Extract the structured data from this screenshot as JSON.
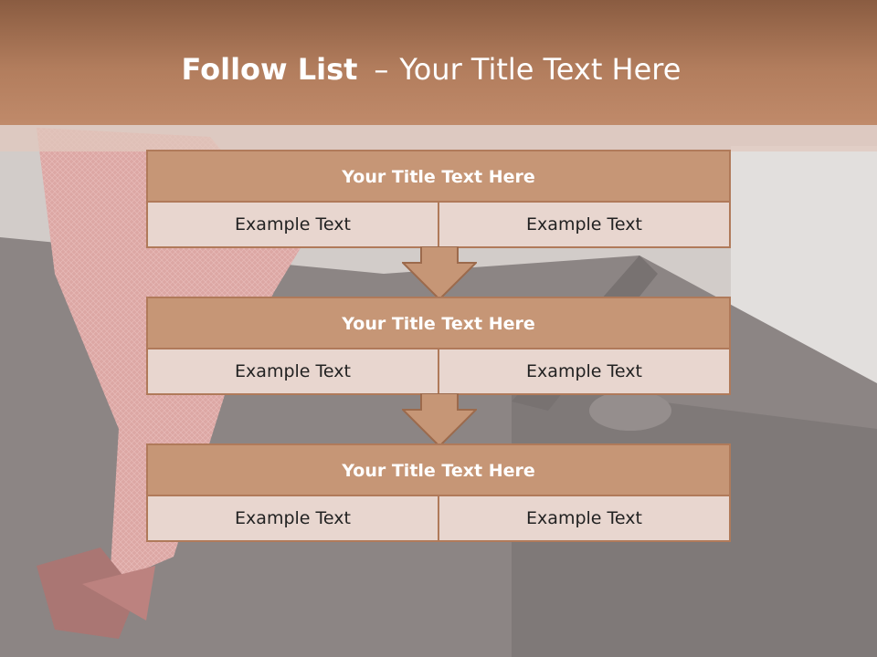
{
  "slide": {
    "title_bold": "Follow List",
    "title_separator": "–",
    "title_rest": "Your Title Text Here"
  },
  "steps": [
    {
      "title": "Your Title Text Here",
      "cells": [
        "Example Text",
        "Example Text"
      ]
    },
    {
      "title": "Your Title Text Here",
      "cells": [
        "Example Text",
        "Example Text"
      ]
    },
    {
      "title": "Your Title Text Here",
      "cells": [
        "Example Text",
        "Example Text"
      ]
    }
  ],
  "colors": {
    "header": "#b27d5d",
    "box_title": "#c69676",
    "box_cell": "#e8d6cf",
    "box_border": "#b07a5a",
    "arrow": "#c69676"
  }
}
